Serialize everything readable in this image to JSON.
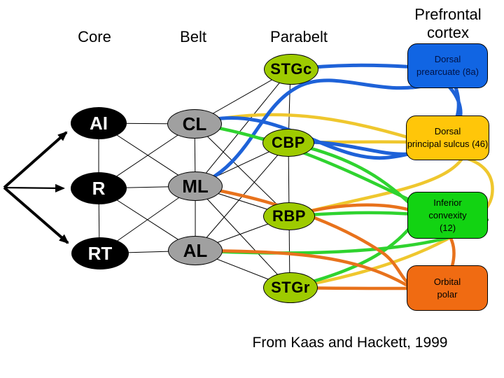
{
  "headers": {
    "core": "Core",
    "belt": "Belt",
    "parabelt": "Parabelt",
    "prefrontal_line1": "Prefrontal",
    "prefrontal_line2": "cortex"
  },
  "nodes": {
    "core": [
      {
        "id": "AI",
        "label": "AI"
      },
      {
        "id": "R",
        "label": "R"
      },
      {
        "id": "RT",
        "label": "RT"
      }
    ],
    "belt": [
      {
        "id": "CL",
        "label": "CL"
      },
      {
        "id": "ML",
        "label": "ML"
      },
      {
        "id": "AL",
        "label": "AL"
      }
    ],
    "parabelt": [
      {
        "id": "STGc",
        "label": "STGc"
      },
      {
        "id": "CBP",
        "label": "CBP"
      },
      {
        "id": "RBP",
        "label": "RBP"
      },
      {
        "id": "STGr",
        "label": "STGr"
      }
    ]
  },
  "prefrontal_areas": [
    {
      "id": "8a",
      "lines": [
        "Dorsal",
        "prearcuate (8a)"
      ],
      "color": "#1165E3",
      "text_color": "#001245"
    },
    {
      "id": "46",
      "lines": [
        "Dorsal",
        "principal sulcus (46)"
      ],
      "color": "#FFC609",
      "text_color": "#000000"
    },
    {
      "id": "12",
      "lines": [
        "Inferior",
        "convexity",
        "(12)"
      ],
      "color": "#12D312",
      "text_color": "#000000"
    },
    {
      "id": "orbital",
      "lines": [
        "Orbital",
        "polar"
      ],
      "color": "#F06B12",
      "text_color": "#000000"
    }
  ],
  "colors": {
    "core_fill": "#000000",
    "core_text": "#FFFFFF",
    "belt_fill": "#A0A0A0",
    "belt_text": "#000000",
    "parabelt_fill": "#9ECB00",
    "parabelt_text": "#000000",
    "plain_edge": "#000000",
    "edge_blue": "#1E62D8",
    "edge_yellow": "#EFC72E",
    "edge_green": "#2FD32F",
    "edge_orange": "#E8721C",
    "input_arrow": "#000000"
  },
  "edges": {
    "plain": [
      [
        "AI",
        "R"
      ],
      [
        "R",
        "RT"
      ],
      [
        "CL",
        "ML"
      ],
      [
        "ML",
        "AL"
      ],
      [
        "STGc",
        "CBP"
      ],
      [
        "CBP",
        "RBP"
      ],
      [
        "RBP",
        "STGr"
      ],
      [
        "AI",
        "CL"
      ],
      [
        "AI",
        "ML"
      ],
      [
        "R",
        "CL"
      ],
      [
        "R",
        "ML"
      ],
      [
        "R",
        "AL"
      ],
      [
        "RT",
        "ML"
      ],
      [
        "RT",
        "AL"
      ],
      [
        "CL",
        "STGc"
      ],
      [
        "CL",
        "CBP"
      ],
      [
        "CL",
        "RBP"
      ],
      [
        "ML",
        "STGc"
      ],
      [
        "ML",
        "CBP"
      ],
      [
        "ML",
        "RBP"
      ],
      [
        "ML",
        "STGr"
      ],
      [
        "AL",
        "CBP"
      ],
      [
        "AL",
        "RBP"
      ],
      [
        "AL",
        "STGr"
      ]
    ],
    "colored": [
      {
        "from": "CL",
        "to": "46",
        "color": "yellow"
      },
      {
        "from": "CBP",
        "to": "46",
        "color": "yellow"
      },
      {
        "from": "RBP",
        "to": "46",
        "color": "yellow"
      },
      {
        "from": "STGr",
        "to": "46",
        "color": "yellow"
      },
      {
        "from": "STGc",
        "to": "8a",
        "color": "blue"
      },
      {
        "from": "CL",
        "to": "8a",
        "color": "blue"
      },
      {
        "from": "ML",
        "to": "8a",
        "color": "blue"
      },
      {
        "from": "CBP",
        "to": "8a",
        "color": "blue"
      },
      {
        "from": "CL",
        "to": "12",
        "color": "green"
      },
      {
        "from": "CBP",
        "to": "12",
        "color": "green"
      },
      {
        "from": "RBP",
        "to": "12",
        "color": "green"
      },
      {
        "from": "STGr",
        "to": "12",
        "color": "green"
      },
      {
        "from": "AL",
        "to": "12",
        "color": "green"
      },
      {
        "from": "ML",
        "to": "orbital",
        "color": "orange"
      },
      {
        "from": "AL",
        "to": "orbital",
        "color": "orange"
      },
      {
        "from": "RBP",
        "to": "orbital",
        "color": "orange"
      },
      {
        "from": "STGr",
        "to": "orbital",
        "color": "orange"
      }
    ]
  },
  "caption": "From Kaas and Hackett, 1999"
}
